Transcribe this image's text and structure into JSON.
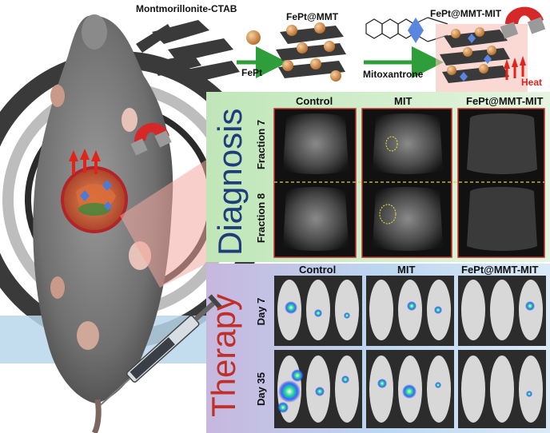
{
  "top_scheme": {
    "clay_label": "Montmorillonite-CTAB",
    "nanoparticle_label": "FePt",
    "intermediate_label": "FePt@MMT",
    "drug_label": "Mitoxantrone",
    "product_label": "FePt@MMT-MIT",
    "heat_label": "Heat"
  },
  "diagnosis": {
    "section_title": "Diagnosis",
    "column_headers": [
      "Control",
      "MIT",
      "FePt@MMT-MIT"
    ],
    "row_labels": [
      "Fraction 7",
      "Fraction 8"
    ]
  },
  "therapy": {
    "section_title": "Therapy",
    "column_headers": [
      "Control",
      "MIT",
      "FePt@MMT-MIT"
    ],
    "row_labels": [
      "Day 7",
      "Day 35"
    ]
  },
  "colors": {
    "diagnosis_title": "#1f3d7a",
    "therapy_title": "#c0302a",
    "diagnosis_bg": "#a9dca3",
    "therapy_bg": "#b7d3ef",
    "heat": "#e0241b",
    "arrow": "#2e9e3a"
  }
}
